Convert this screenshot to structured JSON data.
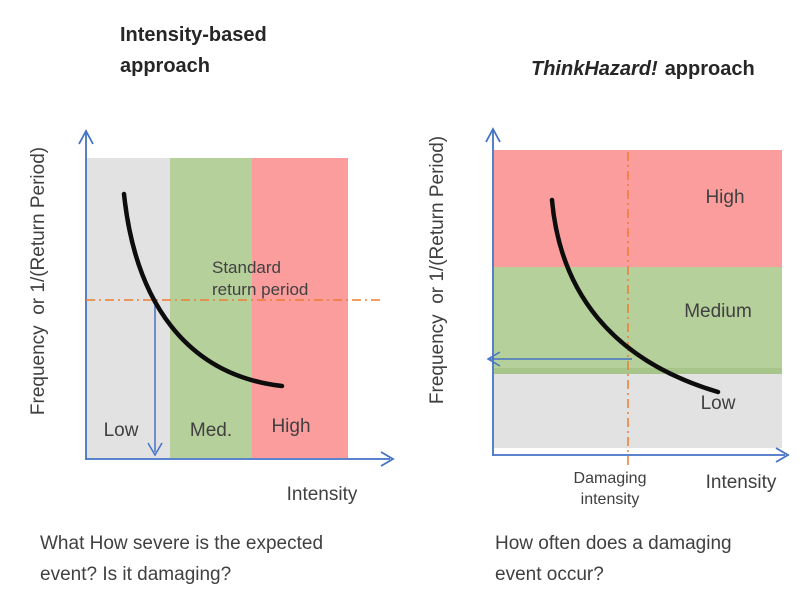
{
  "colors": {
    "blue": "#4472c4",
    "orange": "#ed7d31",
    "black": "#0d0d0d",
    "gray_band": "#e2e2e2",
    "green_band": "#b6d09c",
    "green_band_dark": "#a7c48b",
    "red_band": "#fb9d9d",
    "text": "#404040",
    "title": "#262626"
  },
  "left_panel": {
    "title": "Intensity-based\napproach",
    "y_axis_label": "Frequency  or 1/(Return Period)",
    "x_axis_label": "Intensity",
    "zones": [
      {
        "label": "Low"
      },
      {
        "label": "Med."
      },
      {
        "label": "High"
      }
    ],
    "annotation": "Standard\nreturn period",
    "caption": "What How severe is the expected\nevent? Is it damaging?"
  },
  "right_panel": {
    "title_emphasis": "ThinkHazard!",
    "title_rest": "approach",
    "y_axis_label": "Frequency  or 1/(Return Period)",
    "x_axis_label": "Intensity",
    "zones": [
      {
        "label": "High"
      },
      {
        "label": "Medium"
      },
      {
        "label": "Low"
      }
    ],
    "annotation": "Damaging\nintensity",
    "caption": "How often does a damaging\nevent occur?"
  }
}
